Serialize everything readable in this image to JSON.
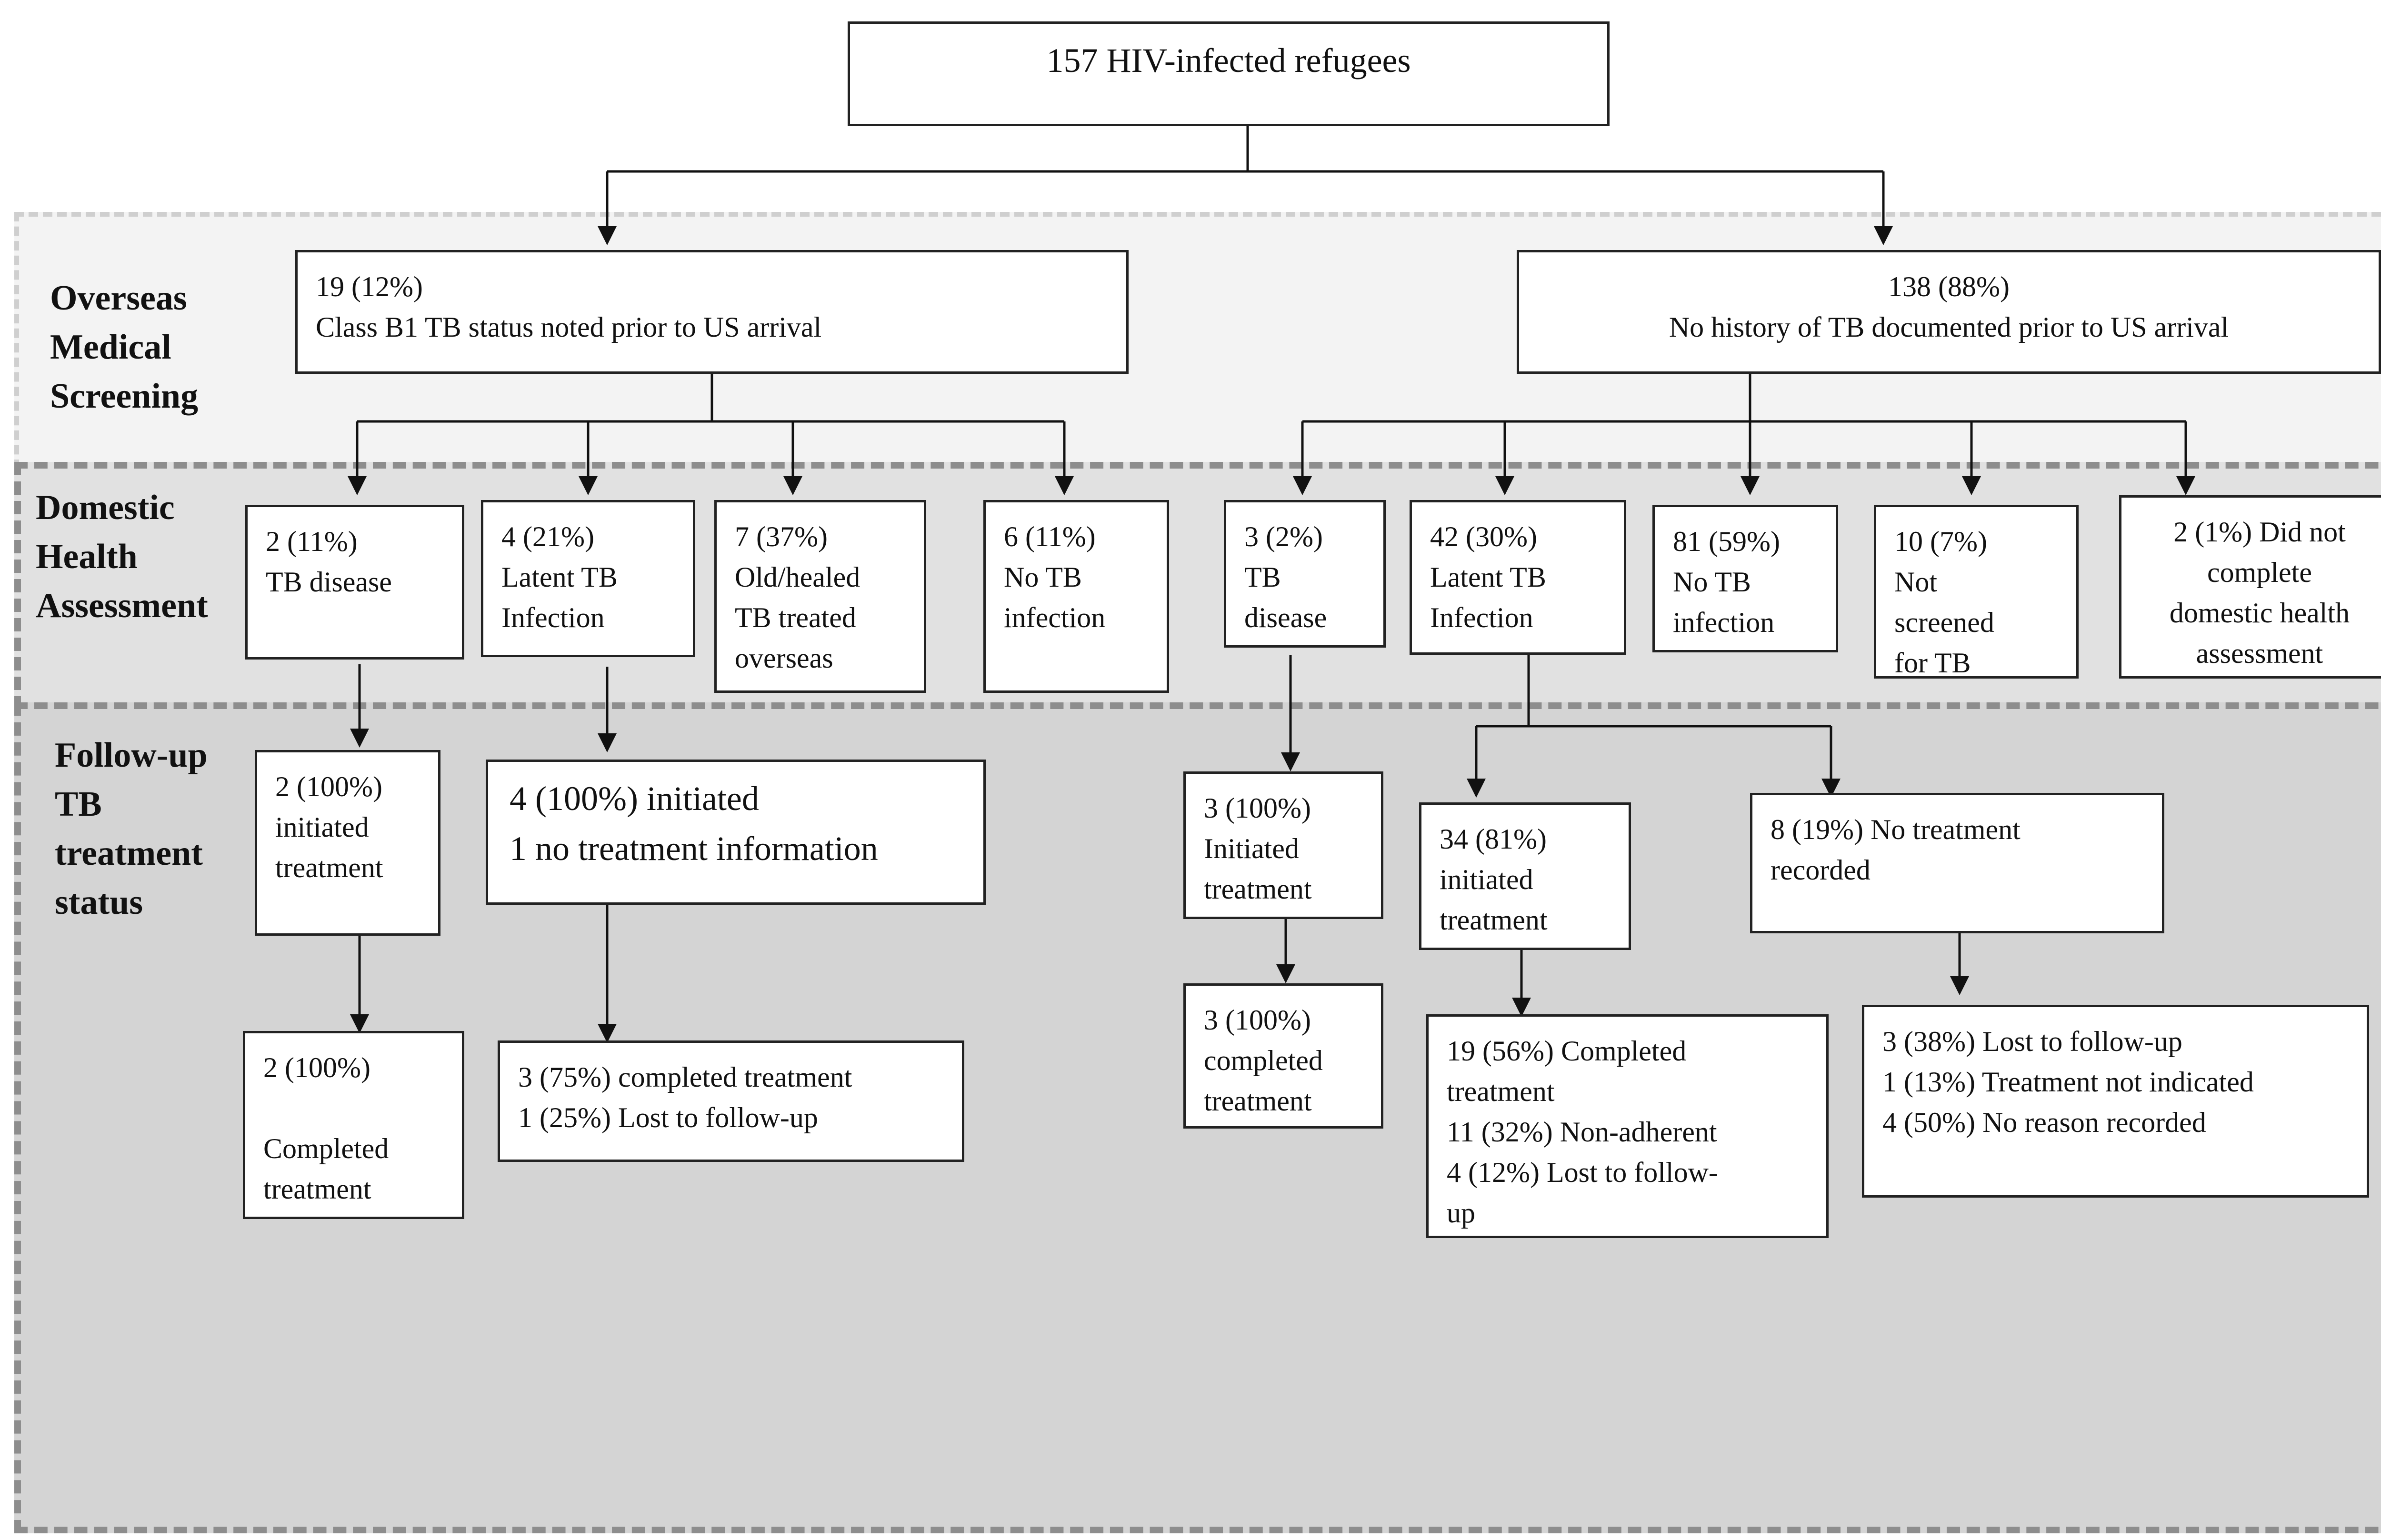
{
  "sections": {
    "overseas": "Overseas\nMedical\nScreening",
    "domestic": "Domestic\nHealth\nAssessment",
    "followup": "Follow-up\nTB\ntreatment\nstatus"
  },
  "nodes": {
    "root": "157 HIV-infected  refugees",
    "b1": "19 (12%)\nClass B1  TB status noted prior to US arrival",
    "nohist": "138 (88%)\nNo history of TB  documented prior to US arrival",
    "b1_tb_disease": "2 (11%)\nTB disease",
    "b1_ltbi": "4 (21%)\nLatent TB\nInfection",
    "b1_old": "7 (37%)\nOld/healed\nTB treated\noverseas",
    "b1_no_tb": "6 (11%)\nNo TB\ninfection",
    "nh_tb_disease": "3 (2%)\nTB\ndisease",
    "nh_ltbi": "42 (30%)\nLatent TB\nInfection",
    "nh_no_tb": "81 (59%)\nNo TB\ninfection",
    "nh_not_screened": "10 (7%)\nNot\nscreened\nfor TB",
    "nh_no_dha": "2 (1%) Did not\ncomplete\ndomestic health\nassessment",
    "b1_tb_init": "2 (100%)\ninitiated\ntreatment",
    "b1_ltbi_init": "4 (100%) initiated\n1 no treatment  information",
    "b1_tb_done": "2 (100%)\n\nCompleted\ntreatment",
    "b1_ltbi_outcome": "3 (75%)  completed treatment\n1 (25%)  Lost to follow-up",
    "nh_tb_init": "3 (100%)\nInitiated\ntreatment",
    "nh_tb_done": "3 (100%)\ncompleted\ntreatment",
    "nh_ltbi_init": "34 (81%)\ninitiated\ntreatment",
    "nh_ltbi_outcome": "19 (56%)  Completed\ntreatment\n11 (32%)  Non-adherent\n4 (12%)  Lost to follow-\nup",
    "nh_ltbi_none": "8 (19%)  No treatment\nrecorded",
    "nh_ltbi_none_outcome": "3 (38%)  Lost to follow-up\n1 (13%)  Treatment not indicated\n4 (50%)  No reason recorded"
  }
}
